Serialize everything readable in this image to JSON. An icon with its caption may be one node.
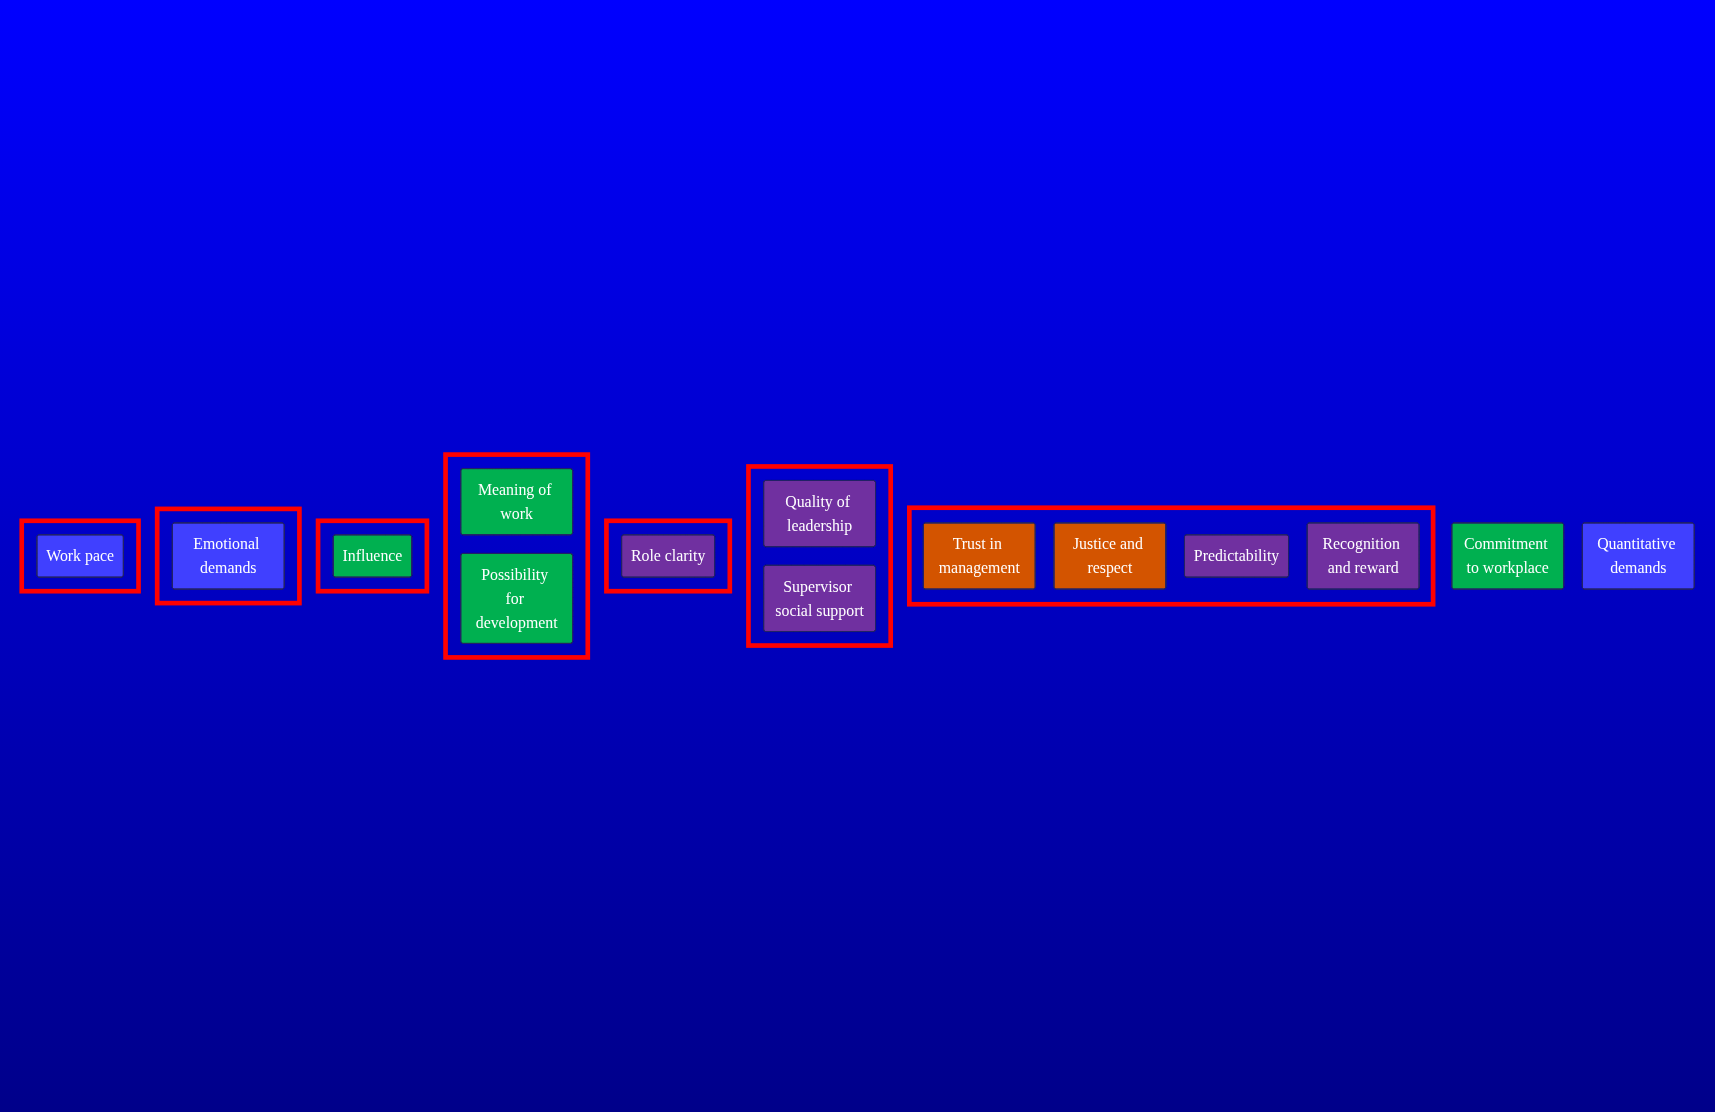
{
  "diagram": {
    "nodes": [
      {
        "text": [],
        "shape": "box"
      },
      {
        "text": [
          "Trust in management"
        ],
        "in": 0
      },
      {
        "text": [
          "Justice and respect"
        ],
        "in": 0
      },
      {
        "text": [],
        "shape": "box"
      },
      {
        "text": [
          "Quality of leadership"
        ],
        "in": 3
      },
      {
        "text": [
          "Supervisor social support"
        ],
        "in": 3
      },
      {
        "text": [
          "Predictability"
        ],
        "in": 0
      },
      {
        "text": [
          "Recognition and reward"
        ],
        "in": 0
      },
      {
        "text": [],
        "shape": "box"
      },
      {
        "text": [
          "Role clarity"
        ],
        "in": 8
      },
      {
        "text": [
          "Commitment to workplace"
        ]
      },
      {
        "text": [],
        "shape": "box"
      },
      {
        "text": [
          "Meaning of work"
        ],
        "in": 11
      },
      {
        "text": [
          "Possibility for development"
        ],
        "in": 11
      },
      {
        "text": [],
        "shape": "box"
      },
      {
        "text": [
          "Influence"
        ],
        "in": 14
      },
      {
        "text": [],
        "shape": "box"
      },
      {
        "text": [
          "Emotional demands"
        ],
        "in": 16
      },
      {
        "text": [
          "Quantitative demands"
        ]
      },
      {
        "text": [],
        "shape": "box"
      },
      {
        "text": [
          "Work pace"
        ],
        "in": 19
      }
    ],
    "edges": []
  }
}
